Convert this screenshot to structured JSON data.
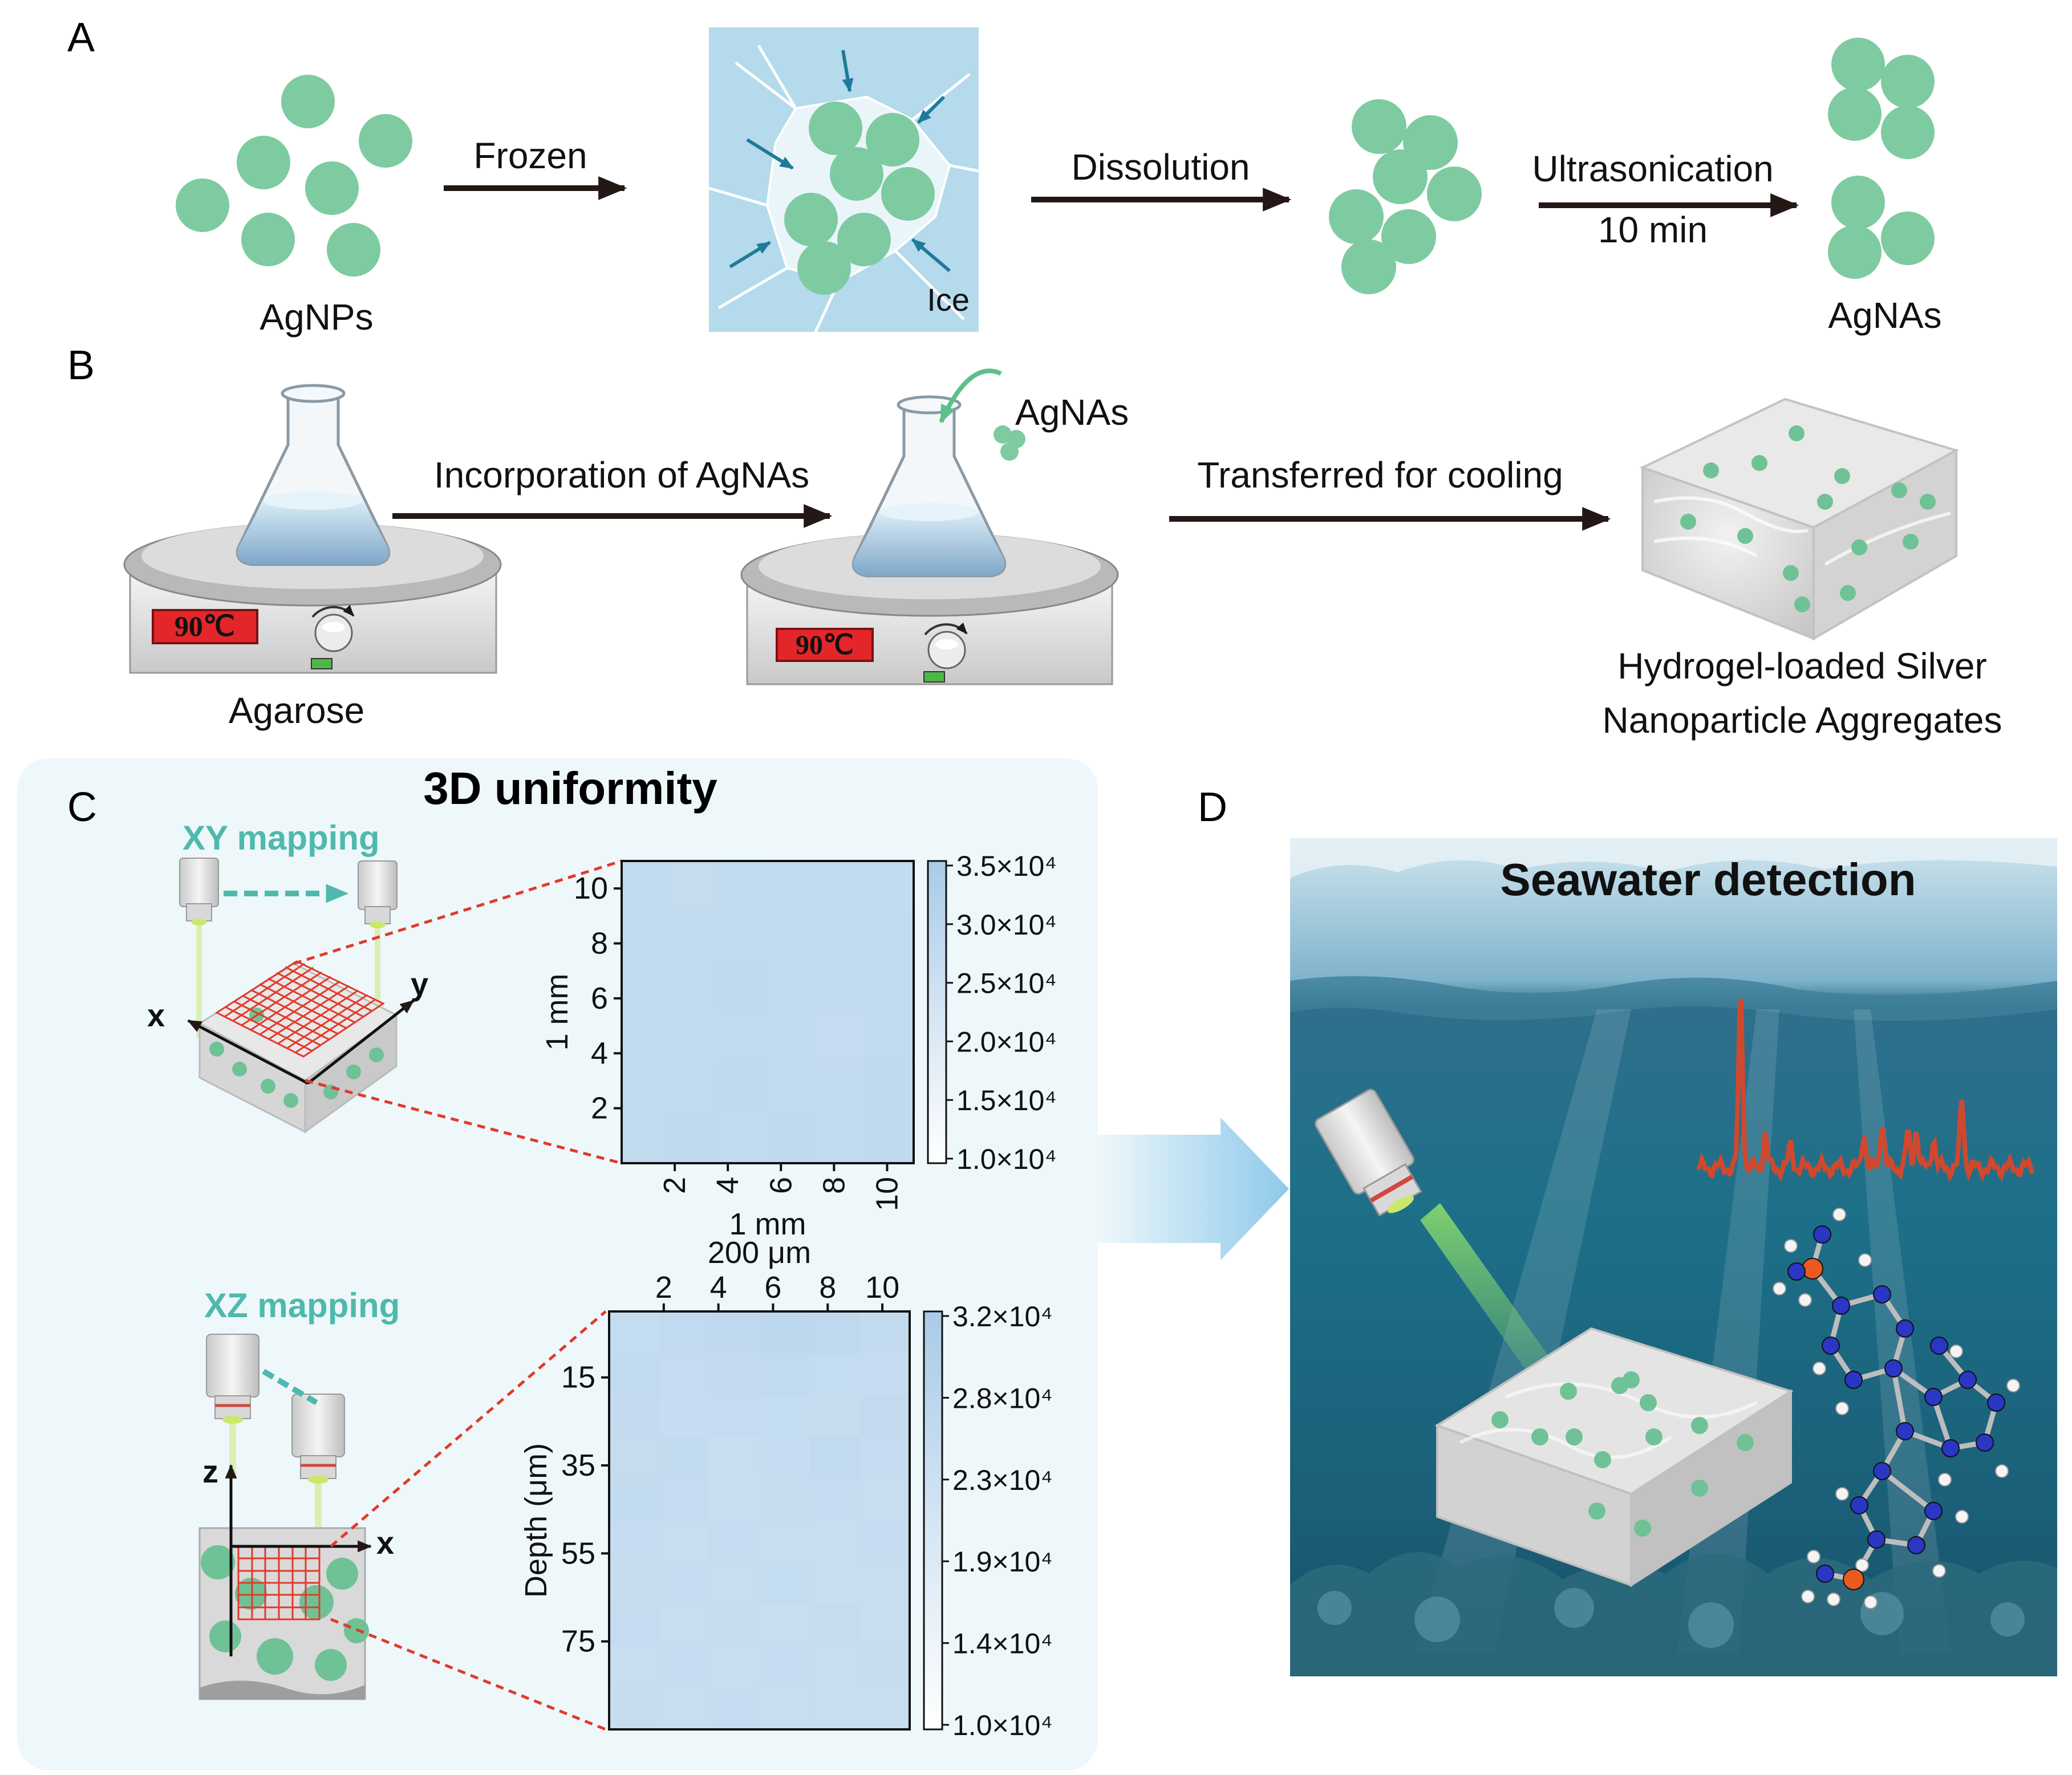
{
  "panels": {
    "a": {
      "label": "A",
      "agnps_label": "AgNPs",
      "frozen_label": "Frozen",
      "ice_label": "Ice",
      "dissolution_label": "Dissolution",
      "ultrasonication_label": "Ultrasonication",
      "duration_label": "10 min",
      "agnas_label": "AgNAs"
    },
    "b": {
      "label": "B",
      "temperature_display": "90℃",
      "agarose_label": "Agarose",
      "incorporation_label": "Incorporation of AgNAs",
      "agnas_label": "AgNAs",
      "transfer_label": "Transferred for cooling",
      "product_line1": "Hydrogel-loaded Silver",
      "product_line2": "Nanoparticle Aggregates"
    },
    "c": {
      "label": "C",
      "title": "3D uniformity",
      "xy_mapping_label": "XY mapping",
      "xz_mapping_label": "XZ mapping",
      "axis_x": "x",
      "axis_y": "y",
      "axis_z": "z"
    },
    "d": {
      "label": "D",
      "title": "Seawater detection"
    }
  },
  "colors": {
    "particle_green": "#7ecba1",
    "ice_blue": "#b4daec",
    "arrow_dark": "#231815",
    "arrow_teal": "#1f7a99",
    "panel_c_bg": "#eef8fb",
    "mapping_teal": "#4fb9ad",
    "grid_red": "#e23a2a",
    "heatmap_light": "#ffffff",
    "heatmap_dark": "#a9cbe8",
    "spectrum_red": "#d0482e",
    "display_red": "#e2262a"
  },
  "chart_data": [
    {
      "type": "heatmap",
      "xlabel": "1 mm",
      "ylabel": "1 mm",
      "x_ticks": [
        "2",
        "4",
        "6",
        "8",
        "10"
      ],
      "y_ticks": [
        "10",
        "8",
        "6",
        "4",
        "2"
      ],
      "xlim": [
        0,
        11
      ],
      "ylim": [
        0,
        11
      ],
      "colorbar_ticks": [
        "3.5×10⁴",
        "3.0×10⁴",
        "2.5×10⁴",
        "2.0×10⁴",
        "1.5×10⁴",
        "1.0×10⁴"
      ],
      "colorbar_range": [
        10000,
        35000
      ],
      "grid_shape": [
        6,
        6
      ],
      "values": [
        [
          27500,
          27000,
          28000,
          27800,
          27600,
          27400
        ],
        [
          27300,
          28000,
          27700,
          27500,
          27800,
          27600
        ],
        [
          27700,
          27600,
          28100,
          27900,
          27500,
          27700
        ],
        [
          27500,
          27400,
          27800,
          27600,
          26800,
          28000
        ],
        [
          27900,
          27700,
          28300,
          27800,
          27600,
          28100
        ],
        [
          28000,
          28200,
          27900,
          28100,
          27800,
          28400
        ]
      ]
    },
    {
      "type": "heatmap",
      "xlabel": "200 μm",
      "ylabel": "Depth (μm)",
      "x_ticks": [
        "2",
        "4",
        "6",
        "8",
        "10"
      ],
      "y_ticks": [
        "15",
        "35",
        "55",
        "75"
      ],
      "xlim": [
        0,
        11
      ],
      "ylim": [
        0,
        95
      ],
      "colorbar_ticks": [
        "3.2×10⁴",
        "2.8×10⁴",
        "2.3×10⁴",
        "1.9×10⁴",
        "1.4×10⁴",
        "1.0×10⁴"
      ],
      "colorbar_range": [
        10000,
        32000
      ],
      "grid_shape": [
        10,
        6
      ],
      "values": [
        [
          25000,
          25500,
          26000,
          27000,
          26500,
          25800
        ],
        [
          25800,
          24800,
          25200,
          25600,
          25000,
          24600
        ],
        [
          25200,
          24600,
          24800,
          25000,
          24500,
          25200
        ],
        [
          24900,
          25400,
          24400,
          24700,
          25600,
          24800
        ],
        [
          25300,
          24800,
          23900,
          24500,
          24700,
          24300
        ],
        [
          24600,
          24300,
          24800,
          24200,
          24000,
          24600
        ],
        [
          24500,
          24700,
          24200,
          25000,
          24300,
          24100
        ],
        [
          24800,
          24200,
          24500,
          24400,
          24900,
          24300
        ],
        [
          24300,
          24700,
          24100,
          24600,
          24200,
          24500
        ],
        [
          24500,
          24300,
          24600,
          24400,
          24200,
          24300
        ]
      ]
    }
  ]
}
